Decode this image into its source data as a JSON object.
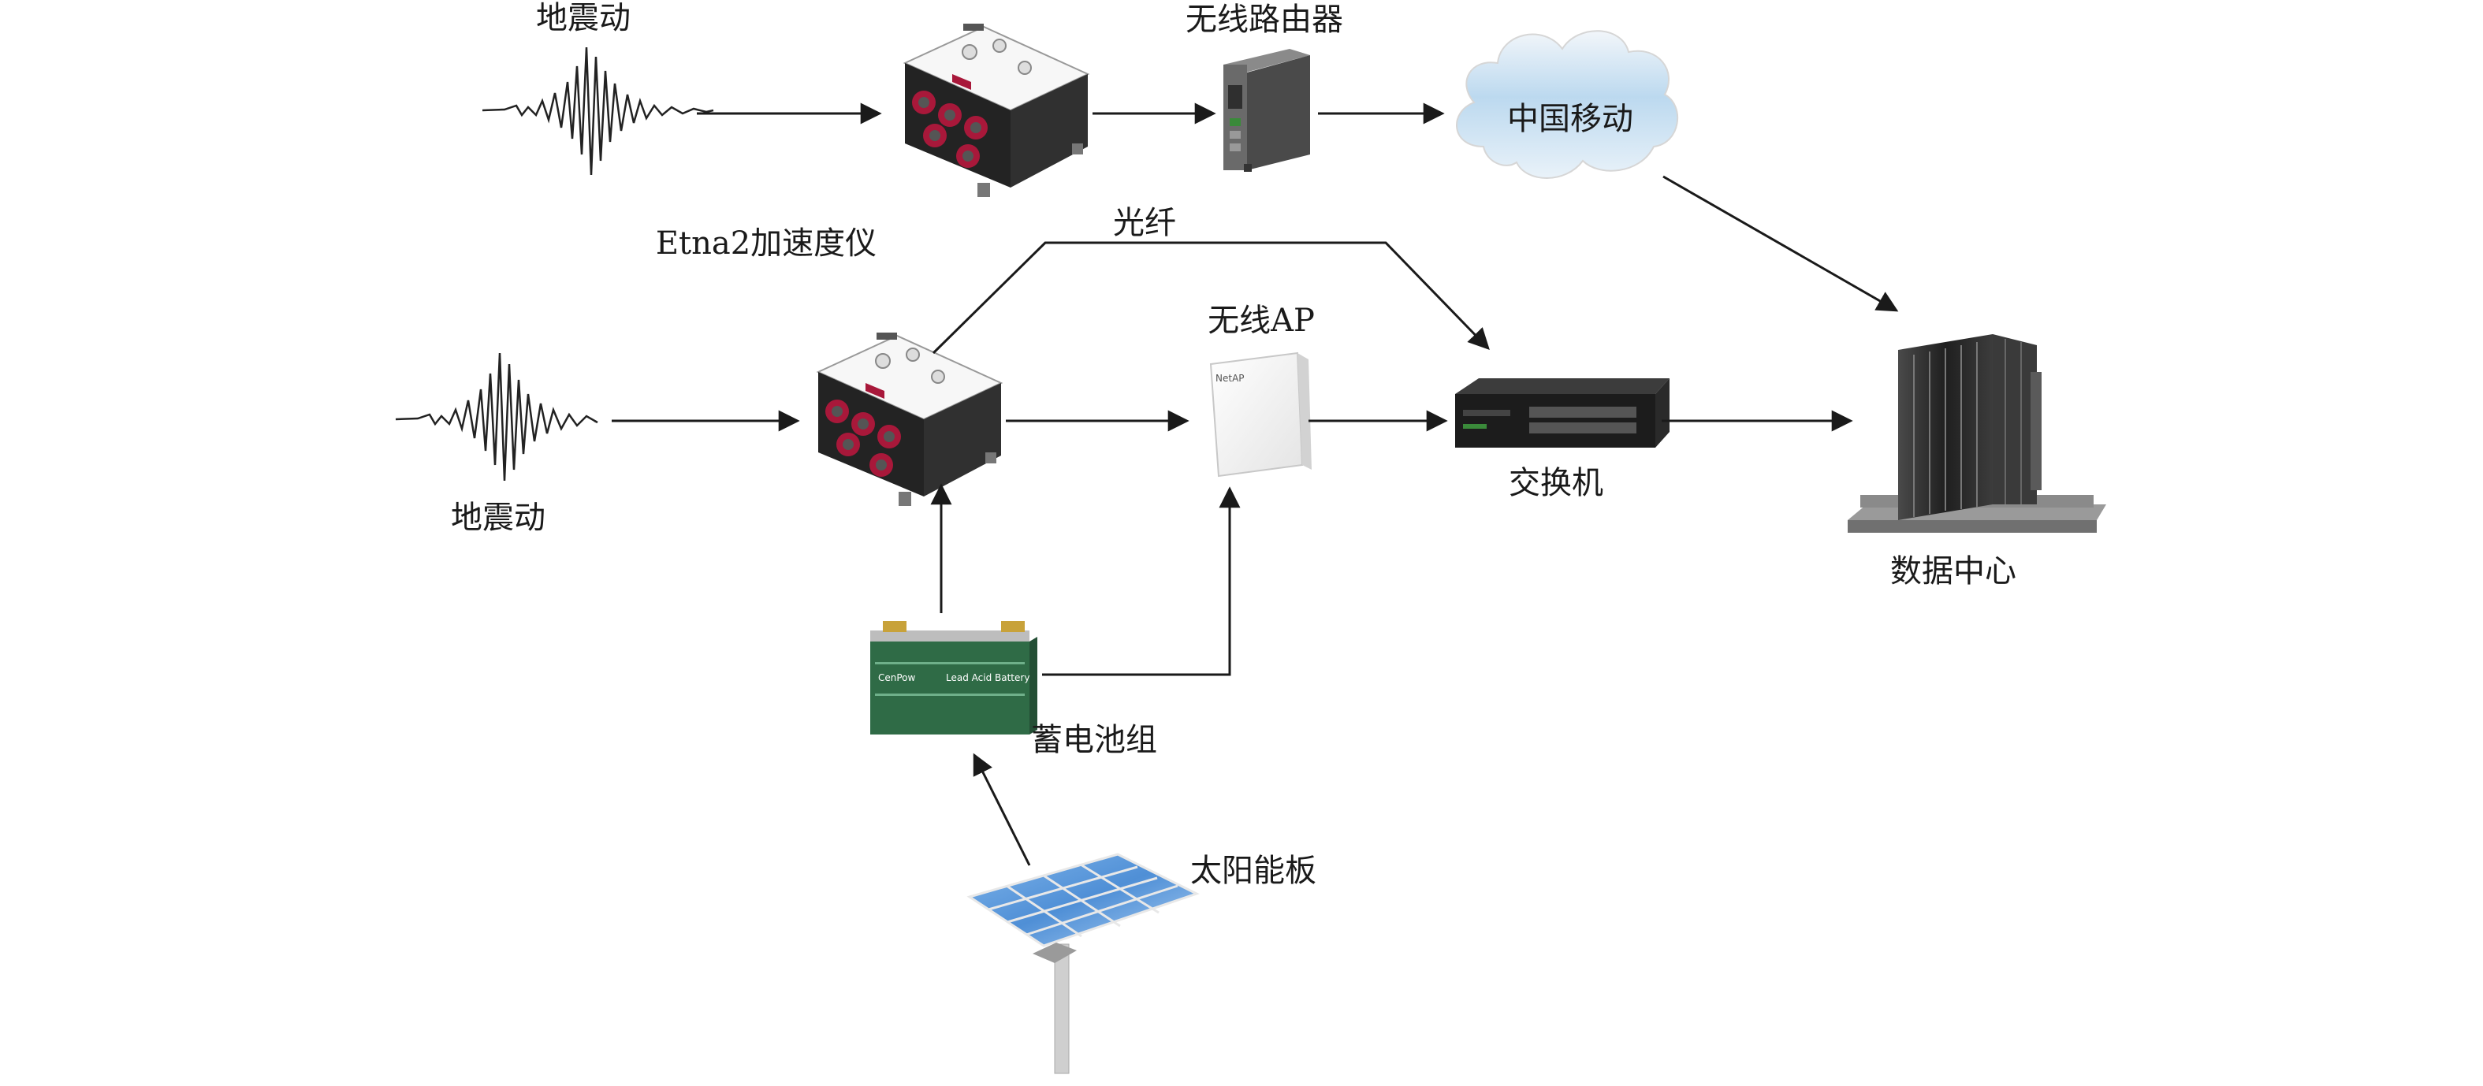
{
  "labels": {
    "seismic_top": "地震动",
    "seismic_mid": "地震动",
    "accelerometer": "Etna2加速度仪",
    "router": "无线路由器",
    "cloud": "中国移动",
    "fiber": "光纤",
    "wireless_ap": "无线AP",
    "switch": "交换机",
    "data_center": "数据中心",
    "battery": "蓄电池组",
    "solar": "太阳能板"
  },
  "colors": {
    "line": "#1a1a1a",
    "device_red": "#a8183a",
    "battery_green": "#2f6b46",
    "cloud_blue": "#bcd9ef",
    "solar_blue": "#4f8fd6"
  }
}
